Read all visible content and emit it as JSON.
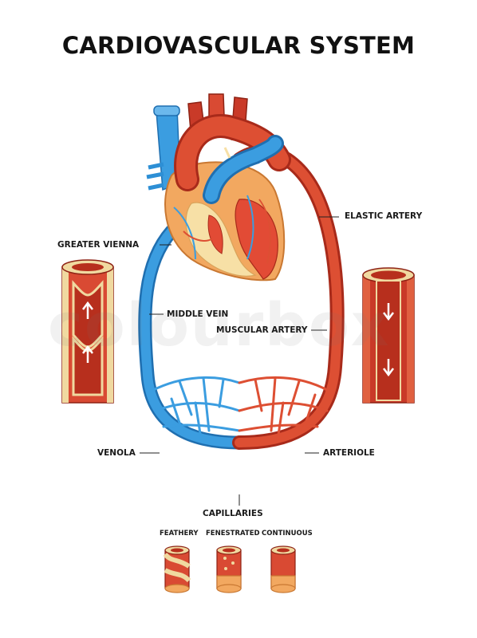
{
  "title": "CARDIOVASCULAR SYSTEM",
  "labels": {
    "elastic_artery": "ELASTIC ARTERY",
    "greater_vienna": "GREATER VIENNA",
    "middle_vein": "MIDDLE VEIN",
    "muscular_artery": "MUSCULAR ARTERY",
    "venola": "VENOLA",
    "arteriole": "ARTERIOLE",
    "capillaries": "CAPILLARIES"
  },
  "capillary_types": {
    "feathery": "FEATHERY",
    "fenestrated": "FENESTRATED",
    "continuous": "CONTINUOUS"
  },
  "watermark": "colourbox",
  "colors": {
    "vein": "#2d8fd5",
    "artery": "#d94a33",
    "heart": "#f2a860",
    "vessel_wall": "#f0d9a0"
  }
}
